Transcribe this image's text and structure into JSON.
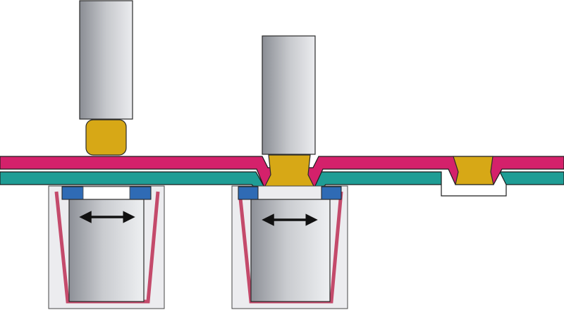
{
  "colors": {
    "background": "#ffffff",
    "top_sheet": "#d4216b",
    "bottom_sheet": "#1f9d95",
    "sheet_outline": "#2a2a2a",
    "rivet_slug": "#d7a816",
    "die_spring": "#c44a6b",
    "die_blade": "#2f6bb5",
    "die_housing": "#ececef",
    "steel_dark": "#8d9097",
    "steel_light": "#e6e7ea",
    "arrow": "#111111"
  },
  "stages": [
    {
      "id": "stage-1",
      "state": "punch-raised-slug-above-sheets"
    },
    {
      "id": "stage-2",
      "state": "punch-pressing-slug-into-sheets"
    },
    {
      "id": "stage-3",
      "state": "finished-joint"
    }
  ],
  "icons": {
    "die_motion": "double-headed-horizontal-arrow"
  }
}
